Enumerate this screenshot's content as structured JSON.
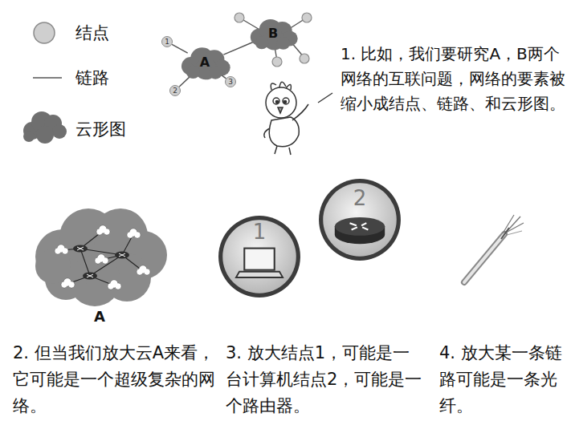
{
  "diagram": {
    "nodes": [
      {
        "text": [
          "A"
        ]
      },
      {
        "text": [
          "B"
        ]
      },
      {
        "text": [
          "1"
        ]
      },
      {
        "text": [
          "2"
        ]
      },
      {
        "text": [
          "3"
        ]
      },
      {
        "text": [
          "A"
        ]
      },
      {
        "text": [
          "1"
        ]
      },
      {
        "text": [
          "2"
        ]
      }
    ],
    "edges": [
      {
        "from": 2,
        "to": 0,
        "arrow": "none"
      },
      {
        "from": 3,
        "to": 0,
        "arrow": "none"
      },
      {
        "from": 4,
        "to": 0,
        "arrow": "none"
      },
      {
        "from": 0,
        "to": 1,
        "arrow": "none"
      }
    ],
    "labels": [
      "1. 比如，我们要研究A，B两个网络的互联问题，网络的要素被缩小成结点、链路、和云形图。",
      "2. 但当我们放大云A来看，它可能是一个超级复杂的网络。",
      "3. 放大结点1，可能是一台计算机结点2，可能是一个路由器。",
      "4. 放大某一条链路可能是一条光纤。"
    ],
    "legend": [
      {
        "text": "结点"
      },
      {
        "text": "链路"
      },
      {
        "text": "云形图"
      }
    ]
  }
}
